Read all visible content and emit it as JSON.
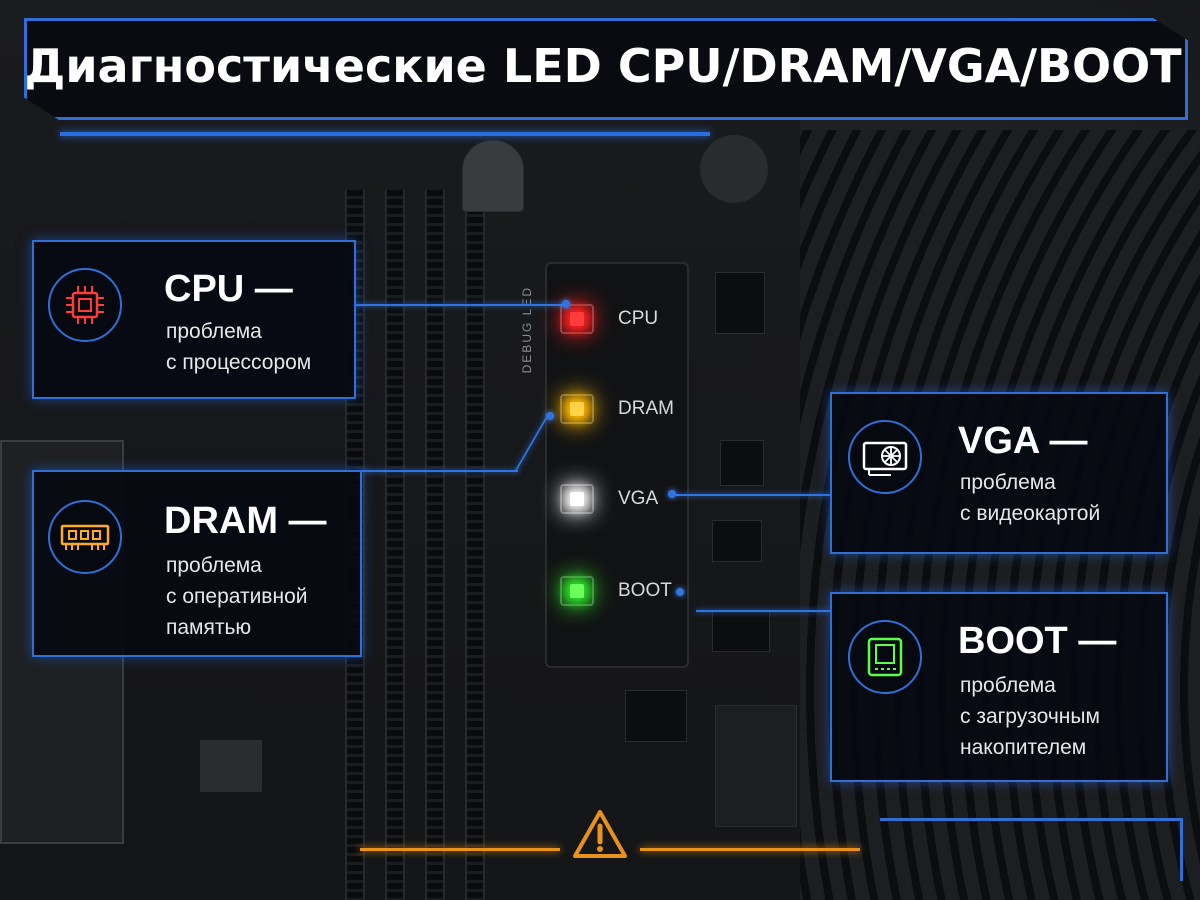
{
  "title": "Диагностические LED CPU/DRAM/VGA/BOOT",
  "silkscreen": "DEBUG LED",
  "leds": [
    {
      "label": "CPU",
      "color": "#ff3b3b",
      "glow": "#ff2020"
    },
    {
      "label": "DRAM",
      "color": "#ffd24a",
      "glow": "#ffb800"
    },
    {
      "label": "VGA",
      "color": "#ffffff",
      "glow": "#f0f0f0"
    },
    {
      "label": "BOOT",
      "color": "#6cff5a",
      "glow": "#2fe02a"
    }
  ],
  "callouts": {
    "cpu": {
      "head": "CPU —",
      "line1": "проблема",
      "line2": "с процессором",
      "icon": "cpu-chip-icon",
      "color": "#ff3b3b"
    },
    "dram": {
      "head": "DRAM —",
      "line1": "проблема",
      "line2": "с оперативной",
      "line3": "памятью",
      "icon": "ram-module-icon",
      "color": "#ffab1f"
    },
    "vga": {
      "head": "VGA —",
      "line1": "проблема",
      "line2": "с видеокартой",
      "icon": "graphics-card-icon",
      "color": "#ffffff"
    },
    "boot": {
      "head": "BOOT —",
      "line1": "проблема",
      "line2": "с загрузочным",
      "line3": "накопителем",
      "icon": "storage-drive-icon",
      "color": "#5bff4a"
    }
  },
  "accent": "#2f6fd6",
  "warning_color": "#e8921b"
}
